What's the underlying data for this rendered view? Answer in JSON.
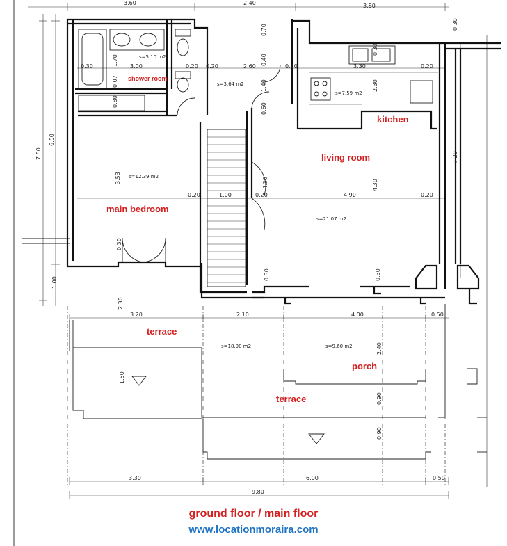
{
  "caption": {
    "title": "ground floor / main floor",
    "url": "www.locationmoraira.com"
  },
  "rooms": {
    "shower_room": "shower room",
    "kitchen": "kitchen",
    "living_room": "living room",
    "main_bedroom": "main bedroom",
    "terrace_upper": "terrace",
    "porch": "porch",
    "terrace_lower": "terrace"
  },
  "areas": {
    "bathroom": "s=5.10 m2",
    "hall": "s=3.64 m2",
    "kitchen": "s=7.59 m2",
    "bedroom": "s=12.39 m2",
    "living": "s=21.07 m2",
    "terrace": "s=18.90 m2",
    "porch": "s=9.60 m2"
  },
  "dimensions": {
    "top_1": "3.60",
    "top_2": "2.40",
    "top_3": "3.80",
    "left_outer": "7.50",
    "left_inner": "6.50",
    "right_height": "7.20",
    "bath_height": "1.70",
    "bath_width": "3.00",
    "bath_wall_1": "0.30",
    "bath_wall_2": "0.20",
    "wc_depth": "0.70",
    "hall_wall": "0.20",
    "hall_width": "2.60",
    "hall_door": "1.40",
    "kitchen_wall_1": "0.20",
    "kitchen_width": "3.30",
    "kitchen_wall_2": "0.20",
    "kitchen_depth": "2.30",
    "kitchen_top": "0.30",
    "top_right": "0.30",
    "sink_depth": "0.40",
    "closet_1": "0.07",
    "closet_2": "0.80",
    "hall_step": "0.60",
    "bedroom_depth": "3.53",
    "stair_wall_1": "0.20",
    "stair_width": "1.00",
    "stair_wall_2": "0.20",
    "stair_depth": "4.30",
    "living_width": "4.90",
    "living_wall": "0.20",
    "living_depth": "4.30",
    "bedroom_door": "0.30",
    "living_door_left": "0.30",
    "living_door_right": "0.30",
    "front_gap": "1.00",
    "terrace_depth": "2.30",
    "terrace_1": "3.20",
    "terrace_2": "2.10",
    "terrace_3": "4.00",
    "terrace_4": "0.50",
    "porch_depth": "2.40",
    "step_depth": "1.50",
    "lower_1": "0.90",
    "lower_2": "0.90",
    "bottom_1": "3.30",
    "bottom_2": "6.00",
    "bottom_3": "0.50",
    "bottom_total": "9.80"
  },
  "icons": {
    "step_arrow_left": "down-arrow",
    "step_arrow_right": "down-arrow"
  }
}
